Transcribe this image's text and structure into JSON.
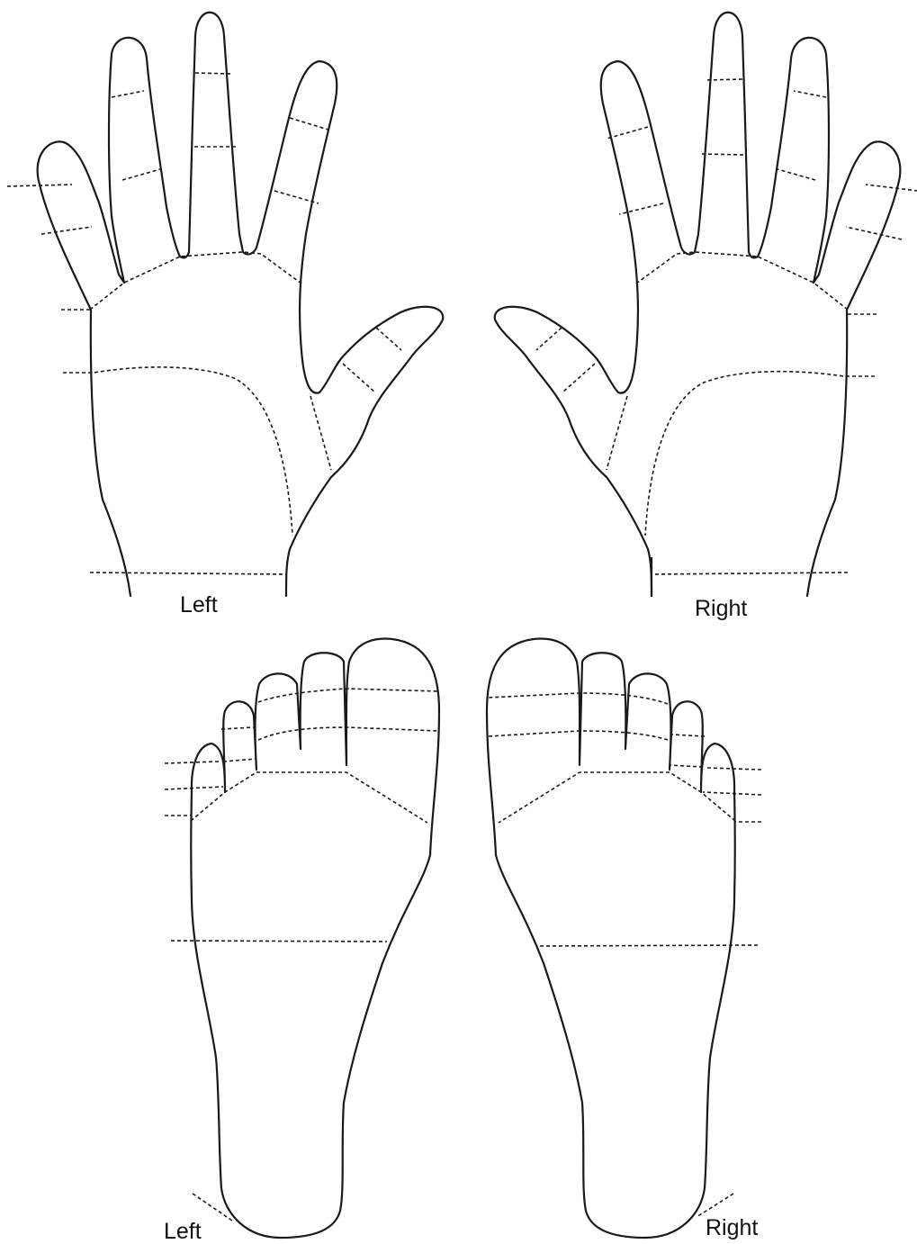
{
  "labels": {
    "left_hand": "Left",
    "right_hand": "Right",
    "left_foot": "Left",
    "right_foot": "Right"
  },
  "colors": {
    "line": "#1a1a1a",
    "background": "#ffffff"
  }
}
